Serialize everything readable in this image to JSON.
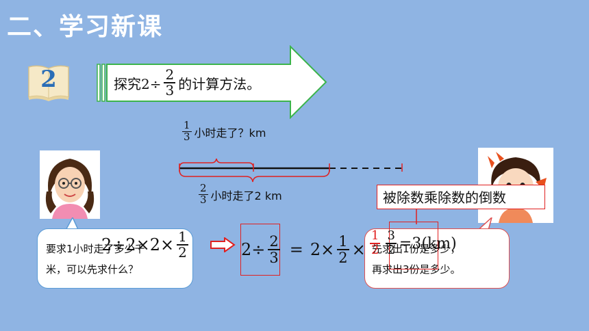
{
  "section_title": "二、学习新课",
  "example_number": "2",
  "banner": {
    "prefix": "探究2÷",
    "fraction": {
      "num": "2",
      "den": "3"
    },
    "suffix": "的计算方法。"
  },
  "diagram": {
    "top_label": {
      "fraction": {
        "num": "1",
        "den": "3"
      },
      "text": "小时走了？km"
    },
    "bottom_label": {
      "fraction": {
        "num": "2",
        "den": "3"
      },
      "text": "小时走了2 km"
    }
  },
  "left_bubble": {
    "line1": "要求1小时走了多少千",
    "line2": "米，可以先求什么？"
  },
  "left_overlay": {
    "text": "2÷2×2×",
    "fraction": {
      "num": "1",
      "den": "2"
    }
  },
  "equation": {
    "lhs_int": "2÷",
    "lhs_fraction": {
      "num": "2",
      "den": "3"
    },
    "equals": "=",
    "rhs_prefix": "2×",
    "rhs_fraction": {
      "num": "1",
      "den": "2"
    },
    "rhs_mult": "×3"
  },
  "right_overlay": {
    "red_fraction": {
      "num": "1",
      "den": "2"
    },
    "box_fraction": {
      "num": "3",
      "den": "2"
    },
    "suffix": "=3(km)"
  },
  "right_bubble": {
    "line1": "先求出1份是多少，",
    "line2": "再求出3份是多少。"
  },
  "note": "被除数乘除数的倒数",
  "colors": {
    "background": "#8fb4e3",
    "arrow_fill": "#ffffff",
    "arrow_stroke": "#3cb44b",
    "highlight_red": "#e02020",
    "number_blue": "#2a6db6"
  },
  "icons": {
    "book": "open-book-icon",
    "implies": "double-arrow-right-icon"
  }
}
